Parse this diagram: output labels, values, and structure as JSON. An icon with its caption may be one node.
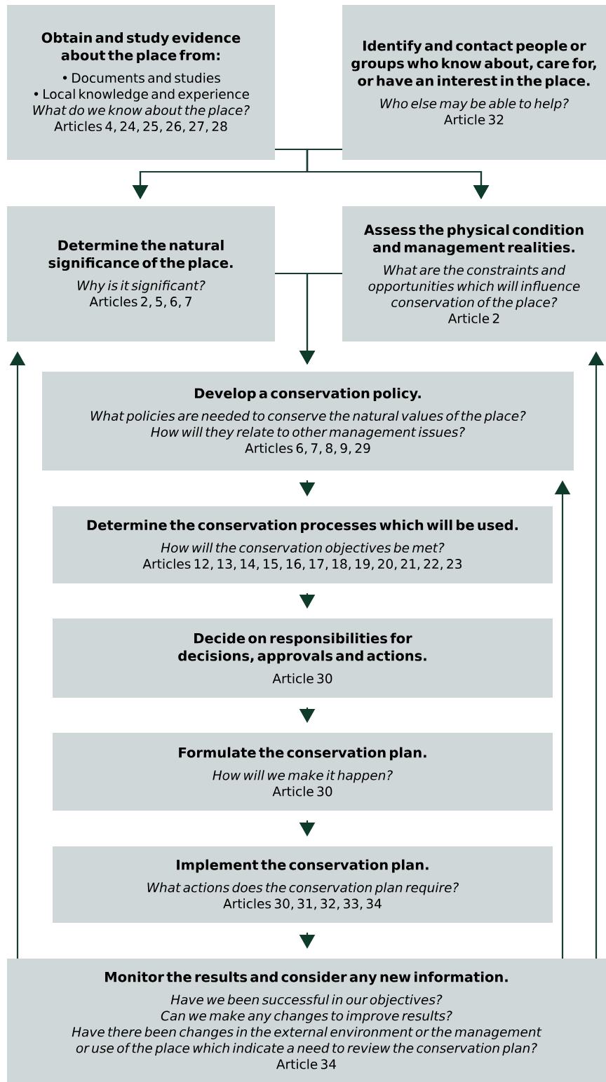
{
  "diagram": {
    "nodes": [
      {
        "text": [
          "Obtain and study evidence about the place from:",
          "• Documents and studies",
          "• Local knowledge and experience",
          "What do we know about the place?",
          "Articles 4, 24, 25, 26, 27, 28"
        ]
      },
      {
        "text": [
          "Identify and contact people or groups who know about, care for, or have an interest in the place.",
          "Who else may be able to help?",
          "Article 32"
        ]
      },
      {
        "text": [
          "Determine the natural significance of the place.",
          "Why is it significant?",
          "Articles 2, 5, 6, 7"
        ]
      },
      {
        "text": [
          "Assess the physical condition and management realities.",
          "What are the constraints and opportunities which will influence conservation of the place?",
          "Article 2"
        ]
      },
      {
        "text": [
          "Develop a conservation policy.",
          "What policies are needed to conserve the natural values of the place?",
          "How will they relate to other management issues?",
          "Articles 6, 7, 8, 9, 29"
        ]
      },
      {
        "text": [
          "Determine the conservation processes which will be used.",
          "How will the conservation objectives be met?",
          "Articles 12, 13, 14, 15, 16, 17, 18, 19, 20, 21, 22, 23"
        ]
      },
      {
        "text": [
          "Decide on responsibilities for decisions, approvals and actions.",
          "Article 30"
        ]
      },
      {
        "text": [
          "Formulate the conservation plan.",
          "How will we make it happen?",
          "Article 30"
        ]
      },
      {
        "text": [
          "Implement the conservation plan.",
          "What actions does the conservation plan require?",
          "Articles 30, 31, 32, 33, 34"
        ]
      },
      {
        "text": [
          "Monitor the results and consider any new information.",
          "Have we been successful in our objectives?",
          "Can we make any changes to improve results?",
          "Have there been changes in the external environment or the management or use of the place which indicate a need to review the conservation plan?",
          "Article 34"
        ]
      }
    ],
    "edges": [
      {
        "from": 0,
        "to": 2,
        "arrow": "to"
      },
      {
        "from": 0,
        "to": 3,
        "arrow": "to"
      },
      {
        "from": 1,
        "to": 2,
        "arrow": "to"
      },
      {
        "from": 1,
        "to": 3,
        "arrow": "to"
      },
      {
        "from": 2,
        "to": 4,
        "arrow": "to"
      },
      {
        "from": 3,
        "to": 4,
        "arrow": "to"
      },
      {
        "from": 4,
        "to": 5,
        "arrow": "to"
      },
      {
        "from": 5,
        "to": 6,
        "arrow": "to"
      },
      {
        "from": 6,
        "to": 7,
        "arrow": "to"
      },
      {
        "from": 7,
        "to": 8,
        "arrow": "to"
      },
      {
        "from": 8,
        "to": 9,
        "arrow": "to"
      },
      {
        "from": 9,
        "to": 2,
        "arrow": "to"
      },
      {
        "from": 9,
        "to": 3,
        "arrow": "to"
      },
      {
        "from": 9,
        "to": 4,
        "arrow": "to"
      }
    ]
  }
}
